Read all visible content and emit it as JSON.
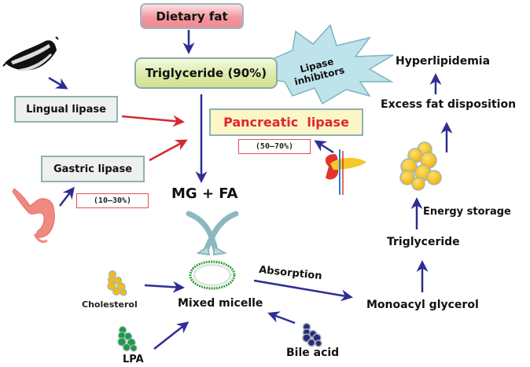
{
  "diagram": {
    "title_node": "Dietary fat",
    "triglyceride_node": "Triglyceride (90%)",
    "inhibitor_burst": {
      "line1": "Lipase",
      "line2": "inhibitors"
    },
    "lipases": {
      "lingual": "Lingual lipase",
      "gastric": "Gastric lipase",
      "gastric_share": "(10–30%)",
      "pancreatic": "Pancreatic  lipase",
      "pancreatic_share": "(50–70%)"
    },
    "products": "MG + FA",
    "micelle": {
      "label": "Mixed micelle",
      "inputs": [
        "Cholesterol",
        "LPA",
        "Bile acid"
      ]
    },
    "absorption_label": "Absorption",
    "downstream": {
      "monoacyl": "Monoacyl glycerol",
      "triglyceride": "Triglyceride",
      "energy": "Energy storage",
      "excess": "Excess fat disposition",
      "hyper": "Hyperlipidemia"
    },
    "icons": [
      "mouth-icon",
      "stomach-icon",
      "pancreas-icon",
      "fat-cells-icon",
      "cholesterol-cluster-icon",
      "lpa-cluster-icon",
      "bile-acid-cluster-icon",
      "micelle-icon",
      "exchange-arrows-icon"
    ],
    "colors": {
      "arrow_blue": "#2e2d94",
      "arrow_red": "#d42a30",
      "pancreatic_text": "#e0262b",
      "burst_fill": "#bfe3ea",
      "fat_yellow": "#f5bd12",
      "lpa_green": "#1f9a45",
      "bile_navy": "#2b2a7a"
    }
  }
}
